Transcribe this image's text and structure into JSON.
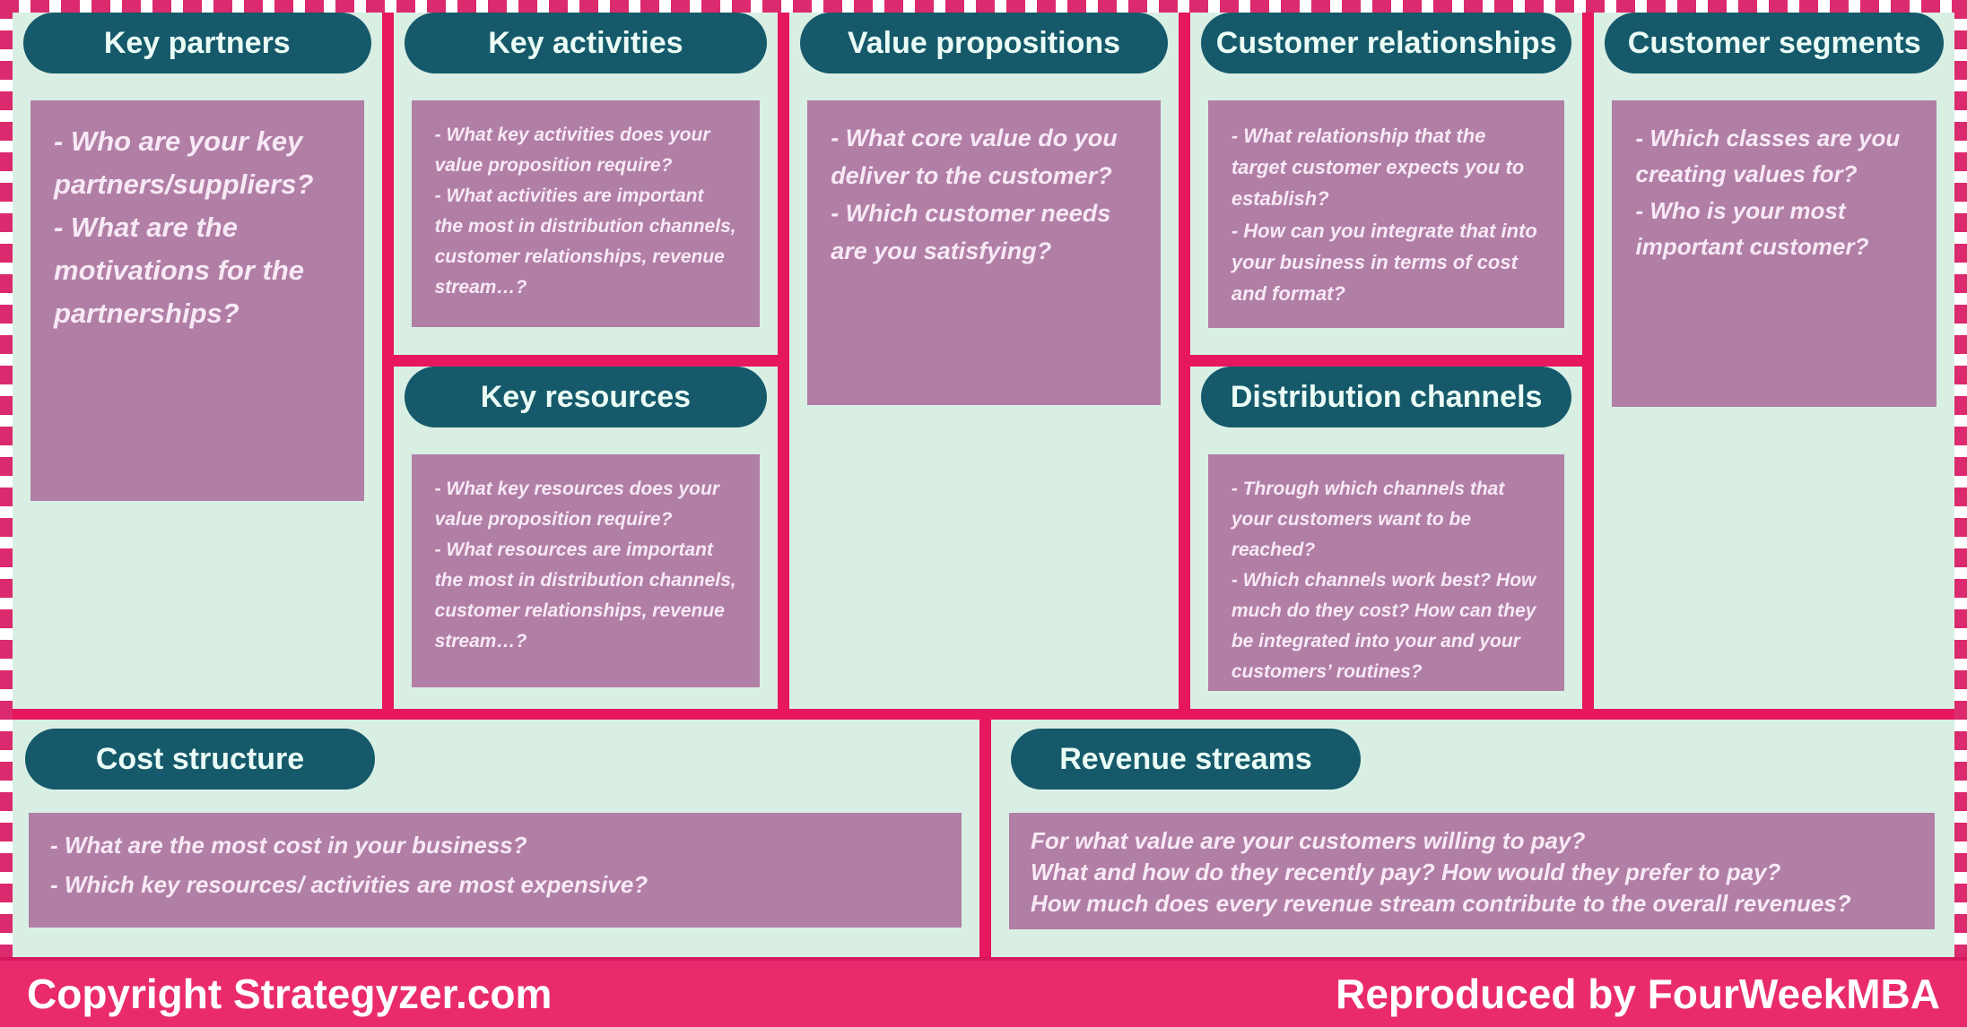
{
  "panels": {
    "key_partners": {
      "title": "Key partners",
      "body": "- Who are your key partners/suppliers?\n- What are the motivations for the partnerships?"
    },
    "key_activities": {
      "title": "Key activities",
      "body": "- What key activities does your value proposition require?\n- What activities are important the most in distribution channels, customer relationships, revenue stream…?"
    },
    "key_resources": {
      "title": "Key resources",
      "body": "- What key resources does your value proposition require?\n- What resources are important the most in distribution channels, customer relationships, revenue stream…?"
    },
    "value_propositions": {
      "title": "Value propositions",
      "body": "- What core value do you deliver to the customer?\n- Which customer needs are you satisfying?"
    },
    "customer_relationships": {
      "title": "Customer relationships",
      "body": "- What relationship that the target customer expects you to establish?\n- How can you integrate that into your business in terms of cost and format?"
    },
    "distribution_channels": {
      "title": "Distribution channels",
      "body": "- Through which channels that your customers want to be reached?\n- Which channels work best? How much do they cost? How can they be integrated into your and your customers’ routines?"
    },
    "customer_segments": {
      "title": "Customer segments",
      "body": "- Which classes are you creating values for?\n- Who is your most important customer?"
    },
    "cost_structure": {
      "title": "Cost structure",
      "body": "- What are the most cost in your business?\n- Which key resources/ activities are most expensive?"
    },
    "revenue_streams": {
      "title": "Revenue streams",
      "body": "For what value are your customers willing to pay?\nWhat and how do they recently pay? How would they prefer to pay?\nHow much does every revenue stream contribute to the overall revenues?"
    }
  },
  "footer": {
    "left": "Copyright Strategyzer.com",
    "right": "Reproduced by FourWeekMBA"
  },
  "colors": {
    "mint_background": "#d9efe4",
    "header_teal": "#15596a",
    "note_mauve": "#b17ea6",
    "divider_pink": "#e6175f",
    "footer_pink": "#e92b6e",
    "dash_border_pink": "#dc2a6e",
    "note_text": "#f7e9f5",
    "header_text": "#eafcf5"
  }
}
